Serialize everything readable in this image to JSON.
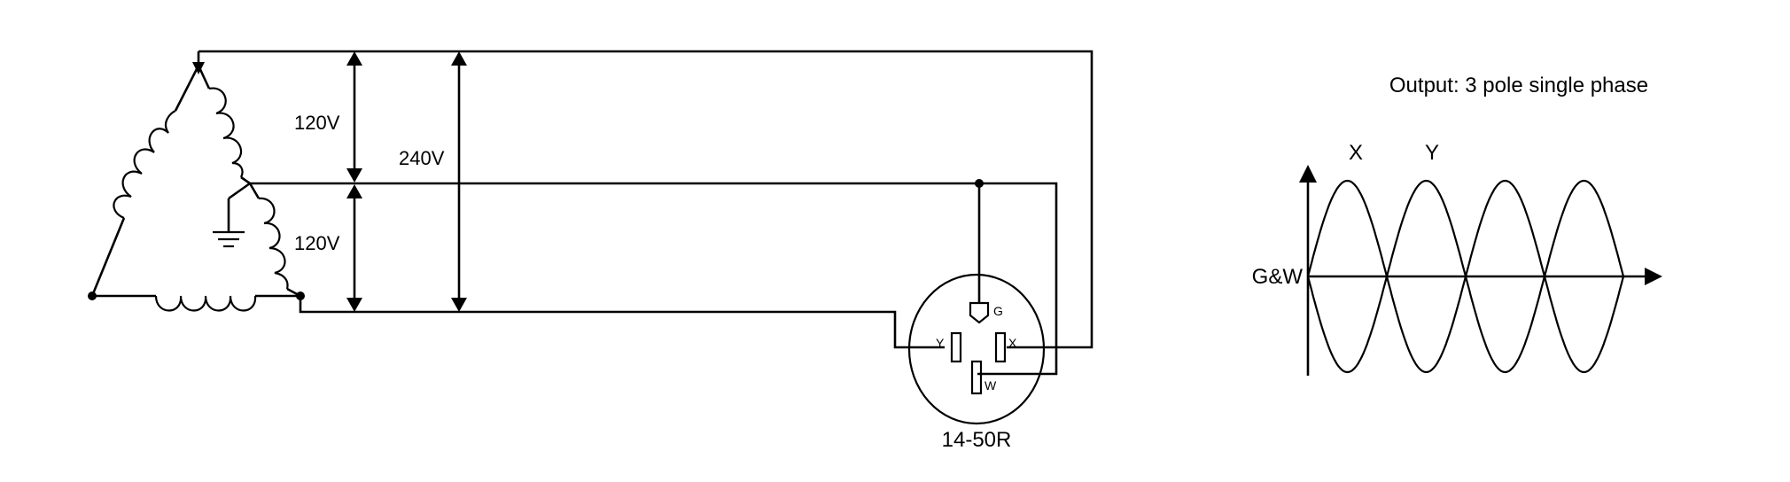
{
  "circuit": {
    "labels": {
      "volt_upper": "120V",
      "volt_lower": "120V",
      "volt_total": "240V"
    },
    "receptacle": {
      "name": "14-50R",
      "terminal_g": "G",
      "terminal_y": "Y",
      "terminal_x": "X",
      "terminal_w": "W"
    }
  },
  "waveform": {
    "title": "Output: 3 pole single phase",
    "label_x": "X",
    "label_y": "Y",
    "label_gw": "G&W"
  },
  "colors": {
    "line": "#000000",
    "background": "#ffffff"
  }
}
